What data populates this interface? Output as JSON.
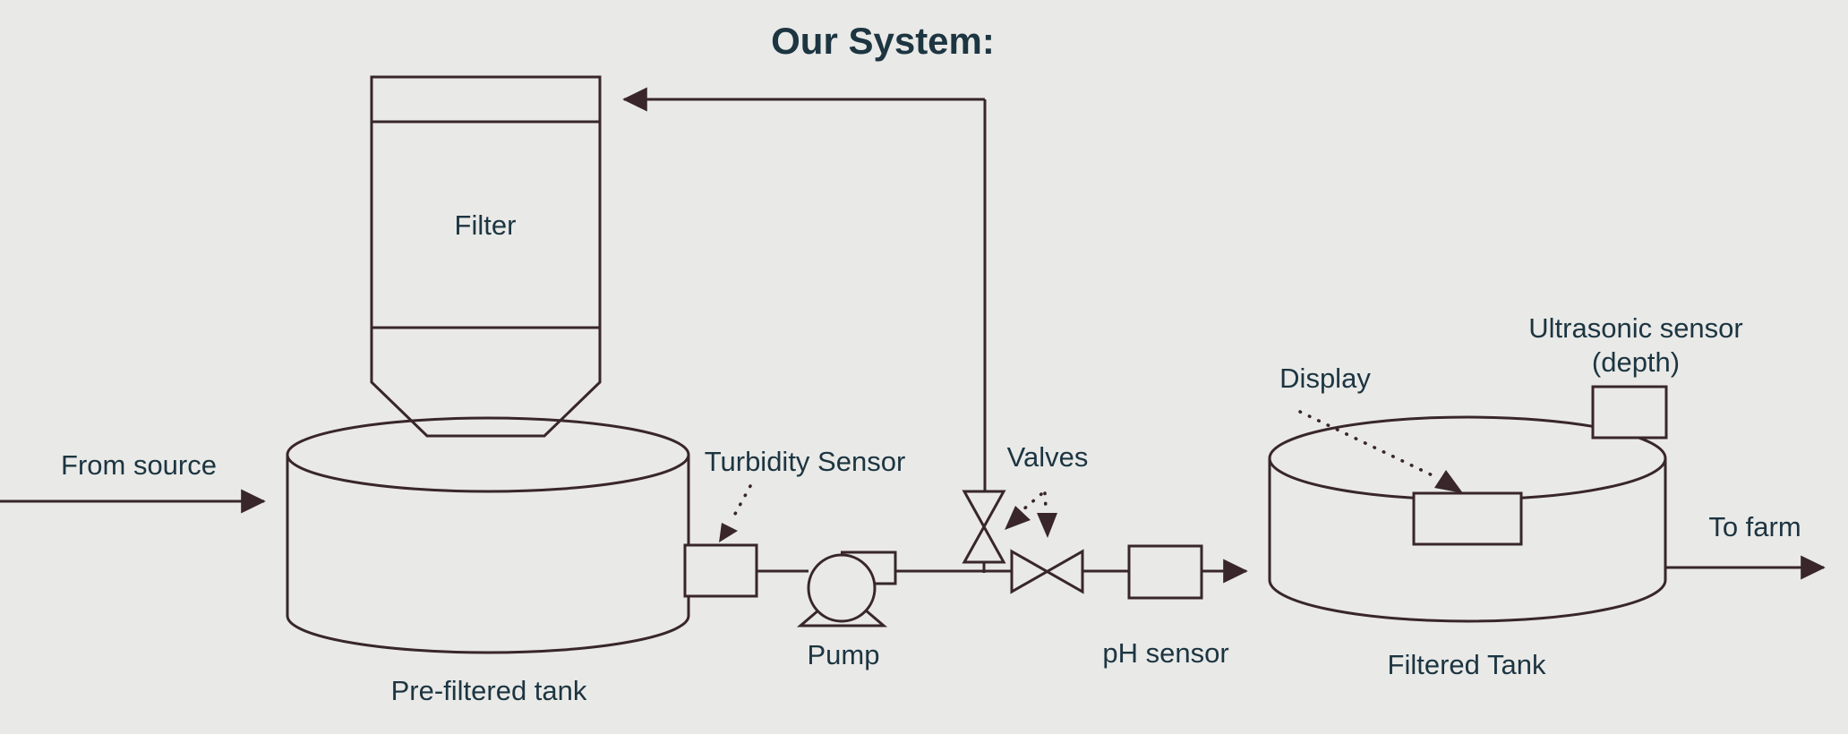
{
  "colors": {
    "background": "#e9e9e7",
    "line": "#38262a",
    "text": "#1c3541"
  },
  "diagram": {
    "title": "Our System:",
    "labels": {
      "filter": "Filter",
      "from_source": "From source",
      "pre_filtered_tank": "Pre-filtered tank",
      "turbidity_sensor": "Turbidity Sensor",
      "pump": "Pump",
      "valves": "Valves",
      "ph_sensor": "pH sensor",
      "filtered_tank": "Filtered Tank",
      "display": "Display",
      "ultrasonic_sensor": "Ultrasonic sensor",
      "ultrasonic_sensor_sub": "(depth)",
      "to_farm": "To farm"
    }
  }
}
